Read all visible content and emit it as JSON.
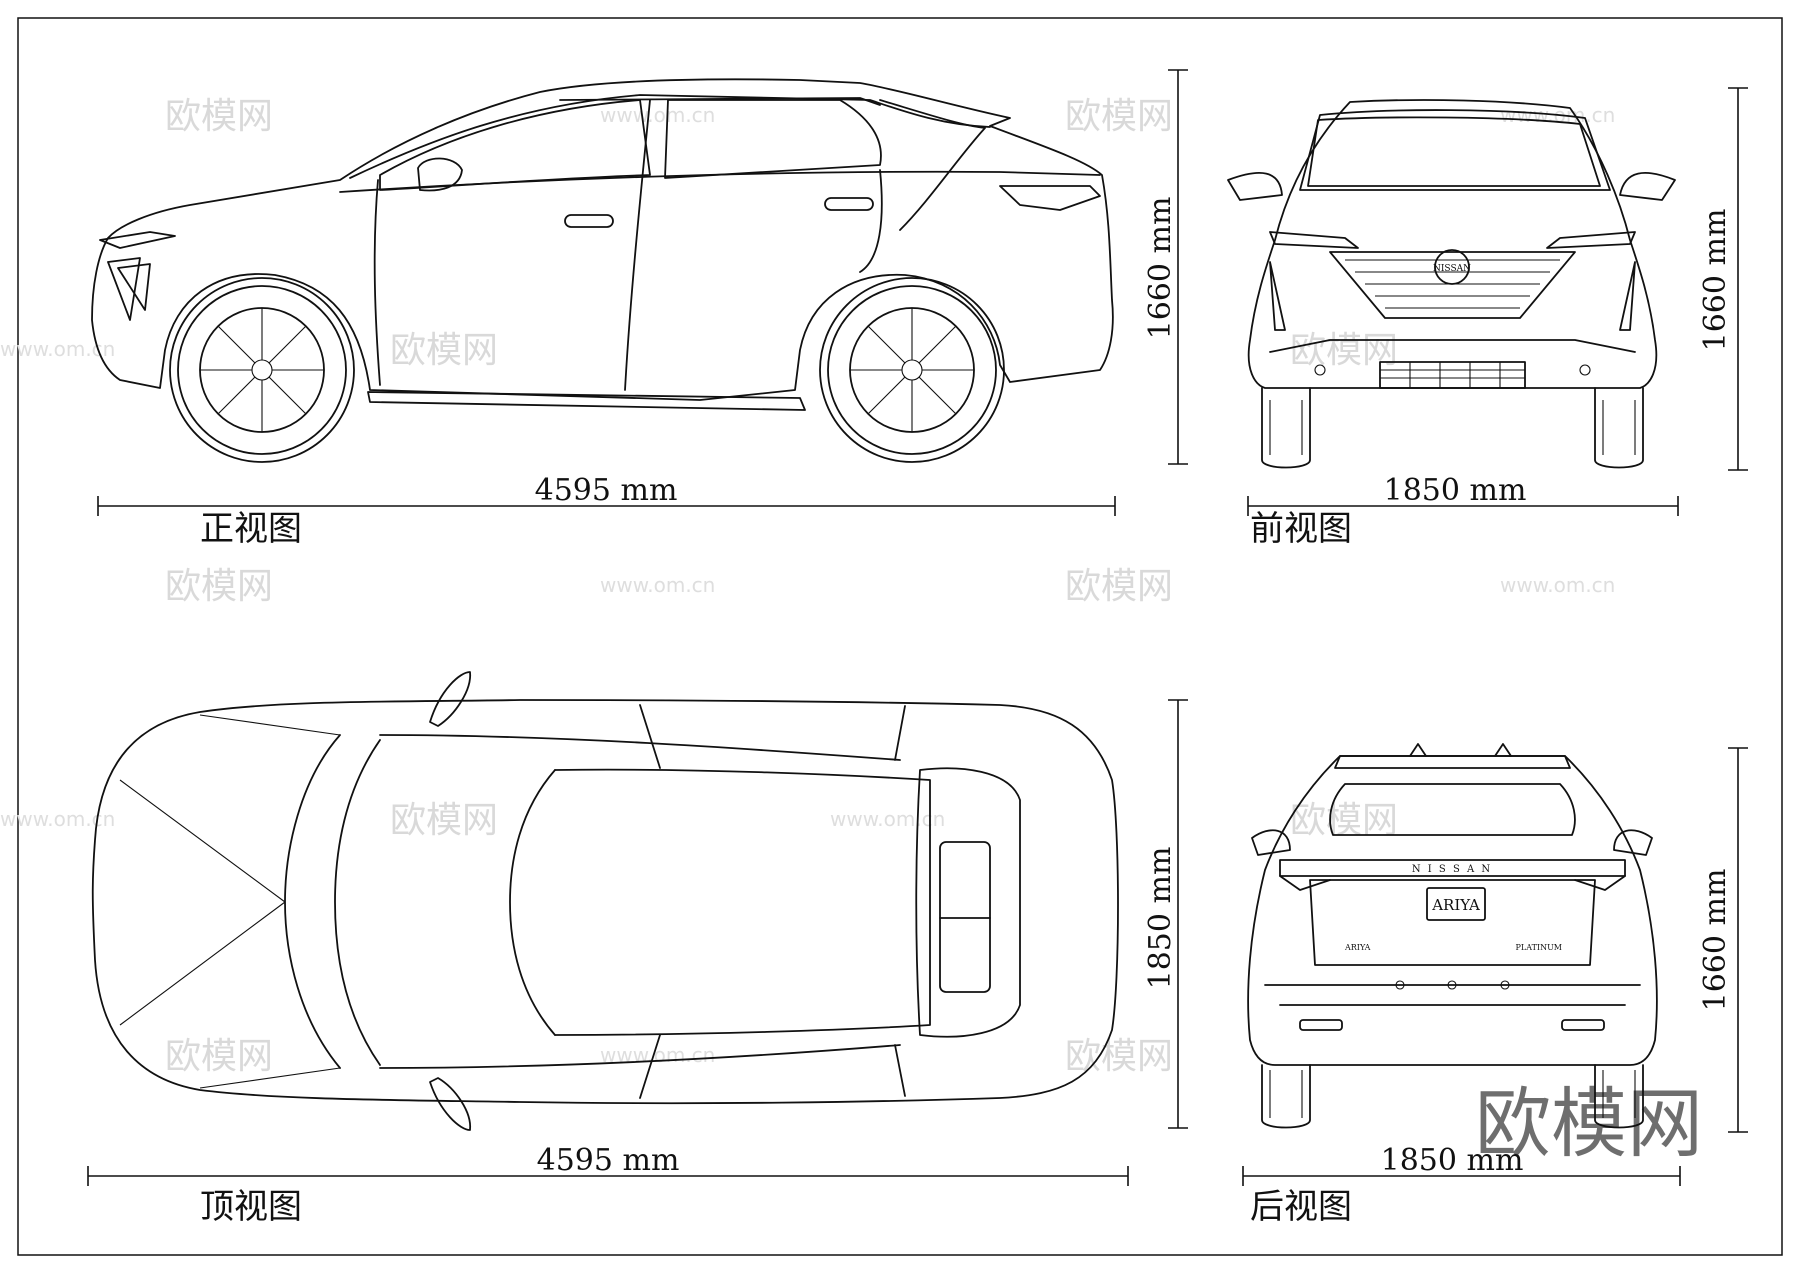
{
  "views": {
    "side": {
      "caption": "正视图",
      "length_label": "4595 mm",
      "height_label": "1660 mm"
    },
    "front": {
      "caption": "前视图",
      "width_label": "1850 mm",
      "height_label": "1660 mm"
    },
    "top": {
      "caption": "顶视图",
      "length_label": "4595 mm",
      "width_label": "1850 mm"
    },
    "rear": {
      "caption": "后视图",
      "width_label": "1850 mm",
      "height_label": "1660 mm"
    }
  },
  "rear_badges": {
    "plate": "ARIYA",
    "brand_strip": "N I S S A N",
    "model": "ARIYA",
    "trim": "PLATINUM"
  },
  "front_badge": "NISSAN",
  "watermarks": {
    "brand": "欧模网",
    "url": "www.om.cn"
  }
}
